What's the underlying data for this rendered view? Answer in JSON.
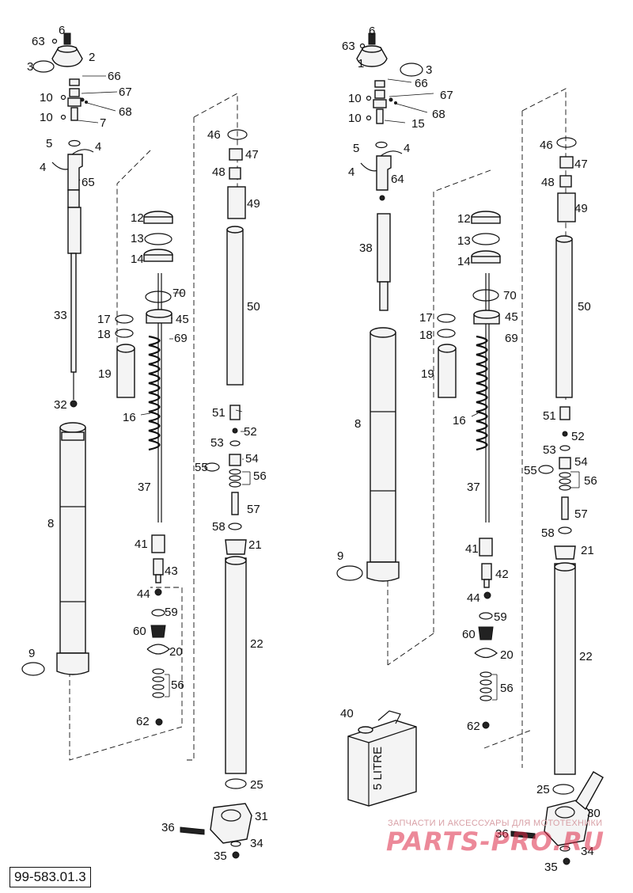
{
  "doc_ref": "99-583.01.3",
  "can_label": "5 LITRE",
  "watermark": {
    "caption": "ЗАПЧАСТИ И АКСЕССУАРЫ ДЛЯ МОТОТЕХНИКИ",
    "logo": "PARTS-PRO.RU"
  },
  "callouts_left": [
    "63",
    "6",
    "2",
    "3",
    "66",
    "67",
    "68",
    "10",
    "10",
    "7",
    "5",
    "4",
    "4",
    "65",
    "12",
    "13",
    "14",
    "70",
    "45",
    "69",
    "17",
    "18",
    "19",
    "16",
    "33",
    "32",
    "8",
    "37",
    "41",
    "43",
    "44",
    "59",
    "60",
    "20",
    "56",
    "62",
    "9",
    "46",
    "47",
    "48",
    "49",
    "50",
    "51",
    "52",
    "53",
    "54",
    "55",
    "56",
    "57",
    "58",
    "21",
    "22",
    "25",
    "31",
    "36",
    "34",
    "35"
  ],
  "callouts_right": [
    "63",
    "6",
    "1",
    "3",
    "66",
    "67",
    "68",
    "10",
    "10",
    "15",
    "5",
    "4",
    "4",
    "64",
    "38",
    "12",
    "13",
    "14",
    "70",
    "45",
    "69",
    "17",
    "18",
    "19",
    "16",
    "8",
    "37",
    "9",
    "41",
    "42",
    "44",
    "59",
    "60",
    "20",
    "56",
    "62",
    "40",
    "46",
    "47",
    "48",
    "49",
    "50",
    "51",
    "52",
    "53",
    "54",
    "55",
    "56",
    "57",
    "58",
    "21",
    "22",
    "25",
    "30",
    "36",
    "34",
    "35"
  ]
}
